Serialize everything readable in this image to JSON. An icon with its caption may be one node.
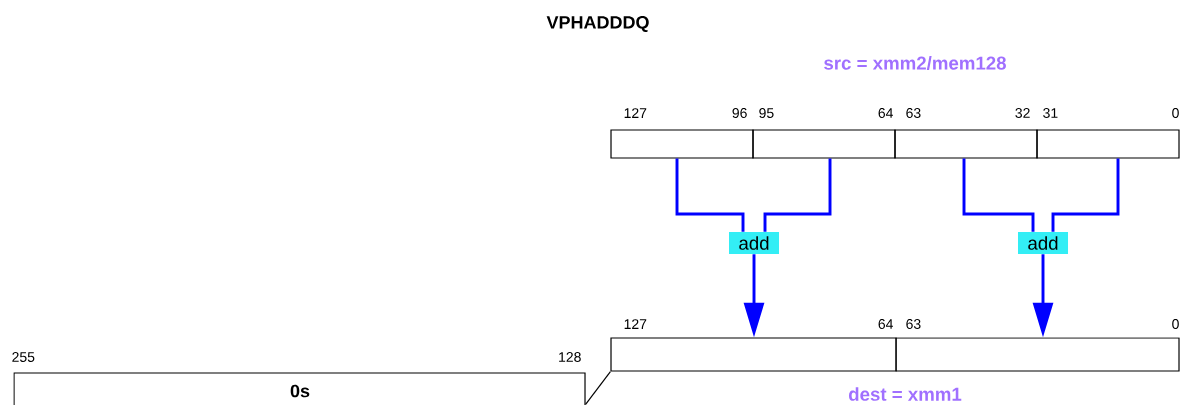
{
  "diagram": {
    "title": "VPHADDDQ",
    "nodes": [
      {
        "text": [],
        "shape": "box"
      },
      {
        "text": [],
        "shape": "box"
      },
      {
        "text": [],
        "shape": "box"
      },
      {
        "text": [],
        "shape": "box"
      },
      {
        "text": [
          "add"
        ]
      },
      {
        "text": [
          "add"
        ]
      },
      {
        "text": [],
        "shape": "box"
      },
      {
        "text": [],
        "shape": "box"
      },
      {
        "text": [
          "0s"
        ]
      }
    ],
    "edges": [
      {
        "from": 0,
        "to": 4,
        "arrow": "none"
      },
      {
        "from": 1,
        "to": 4,
        "arrow": "none"
      },
      {
        "from": 2,
        "to": 5,
        "arrow": "none"
      },
      {
        "from": 3,
        "to": 5,
        "arrow": "none"
      },
      {
        "from": 4,
        "to": 6,
        "arrow": "to"
      },
      {
        "from": 5,
        "to": 7,
        "arrow": "to"
      },
      {
        "from": 8,
        "to": 6,
        "arrow": "none",
        "color": "#000000"
      }
    ],
    "labels": [
      "src = xmm2/mem128",
      "127",
      "96",
      "95",
      "64",
      "63",
      "32",
      "31",
      "0",
      "127",
      "64",
      "63",
      "0",
      "255",
      "128",
      "dest = xmm1"
    ]
  }
}
